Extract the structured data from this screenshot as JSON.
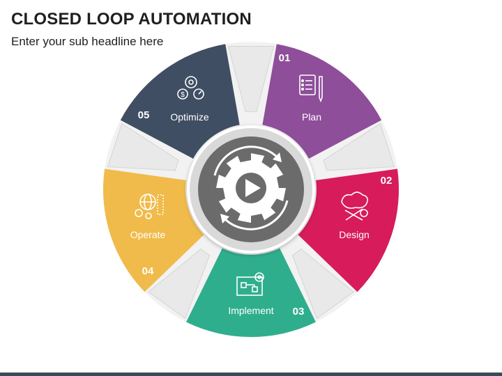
{
  "header": {
    "title": "CLOSED LOOP AUTOMATION",
    "subtitle": "Enter your sub headline here"
  },
  "colors": {
    "plan": "#8e4e9a",
    "design": "#d81b5a",
    "implement": "#2fae8e",
    "operate": "#f0bb4a",
    "optimize": "#3f4e63",
    "connector": "#e9e9e9",
    "hub_ring": "#d9d9d9",
    "hub": "#6b6b6b",
    "bottom_bar": "#3b4a5b"
  },
  "segments": [
    {
      "key": "plan",
      "number": "01",
      "label": "Plan",
      "icon": "checklist-pen-icon"
    },
    {
      "key": "design",
      "number": "02",
      "label": "Design",
      "icon": "design-tools-icon"
    },
    {
      "key": "implement",
      "number": "03",
      "label": "Implement",
      "icon": "flowchart-gear-icon"
    },
    {
      "key": "operate",
      "number": "04",
      "label": "Operate",
      "icon": "globe-gears-icon"
    },
    {
      "key": "optimize",
      "number": "05",
      "label": "Optimize",
      "icon": "gear-coins-icon"
    }
  ],
  "hub": {
    "icon": "gear-play-cycle-icon"
  }
}
